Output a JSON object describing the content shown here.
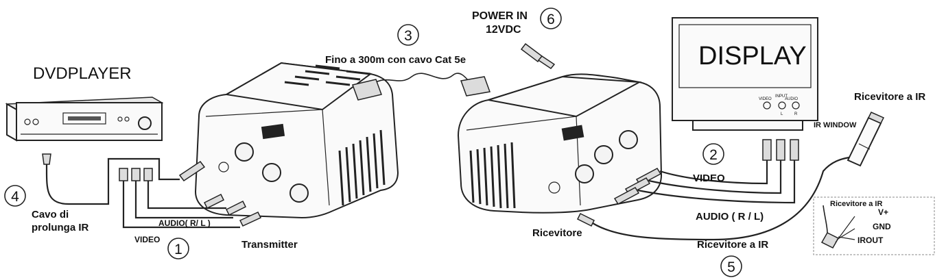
{
  "labels": {
    "dvd_player": "DVDPLAYER",
    "display": "DISPLAY",
    "power_in": "POWER IN",
    "power_voltage": "12VDC",
    "cable_note": "Fino a 300m con cavo Cat 5e",
    "ir_receiver_top": "Ricevitore a IR",
    "ir_window": "IR WINDOW",
    "video_left": "VIDEO",
    "audio_left": "AUDIO( R/ L )",
    "transmitter": "Transmitter",
    "ir_extension_line1": "Cavo di",
    "ir_extension_line2": "prolunga IR",
    "video_right": "VIDEO",
    "audio_right": "AUDIO ( R / L)",
    "receiver": "Ricevitore",
    "ir_receiver_bottom": "Ricevitore a IR",
    "pinout_title": "Ricevitore a IR",
    "pin_vplus": "V+",
    "pin_gnd": "GND",
    "pin_irout": "IROUT",
    "display_input": "INPUT",
    "display_video": "VIDEO",
    "display_audio": "AUDIO",
    "display_l": "L",
    "display_r": "R"
  },
  "steps": {
    "s1": "1",
    "s2": "2",
    "s3": "3",
    "s4": "4",
    "s5": "5",
    "s6": "6"
  },
  "icons": {
    "dvd": "dvd-player-icon",
    "display": "monitor-icon",
    "transmitter": "transmitter-box-icon",
    "receiver": "receiver-box-icon",
    "ir_sensor": "ir-sensor-icon",
    "power_plug": "dc-plug-icon",
    "rj45": "rj45-connector-icon"
  }
}
